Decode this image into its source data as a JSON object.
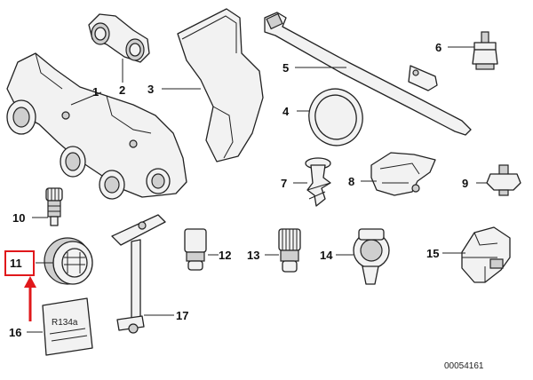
{
  "diagram": {
    "callouts": [
      {
        "id": "1",
        "label": "1"
      },
      {
        "id": "2",
        "label": "2"
      },
      {
        "id": "3",
        "label": "3"
      },
      {
        "id": "4",
        "label": "4"
      },
      {
        "id": "5",
        "label": "5"
      },
      {
        "id": "6",
        "label": "6"
      },
      {
        "id": "7",
        "label": "7"
      },
      {
        "id": "8",
        "label": "8"
      },
      {
        "id": "9",
        "label": "9"
      },
      {
        "id": "10",
        "label": "10"
      },
      {
        "id": "11",
        "label": "11"
      },
      {
        "id": "12",
        "label": "12"
      },
      {
        "id": "13",
        "label": "13"
      },
      {
        "id": "14",
        "label": "14"
      },
      {
        "id": "15",
        "label": "15"
      },
      {
        "id": "16",
        "label": "16"
      },
      {
        "id": "17",
        "label": "17"
      }
    ],
    "highlighted_callout": "11",
    "highlight_color": "#e0181b",
    "label_16_text": "R134a",
    "reference_code": "00054161"
  }
}
